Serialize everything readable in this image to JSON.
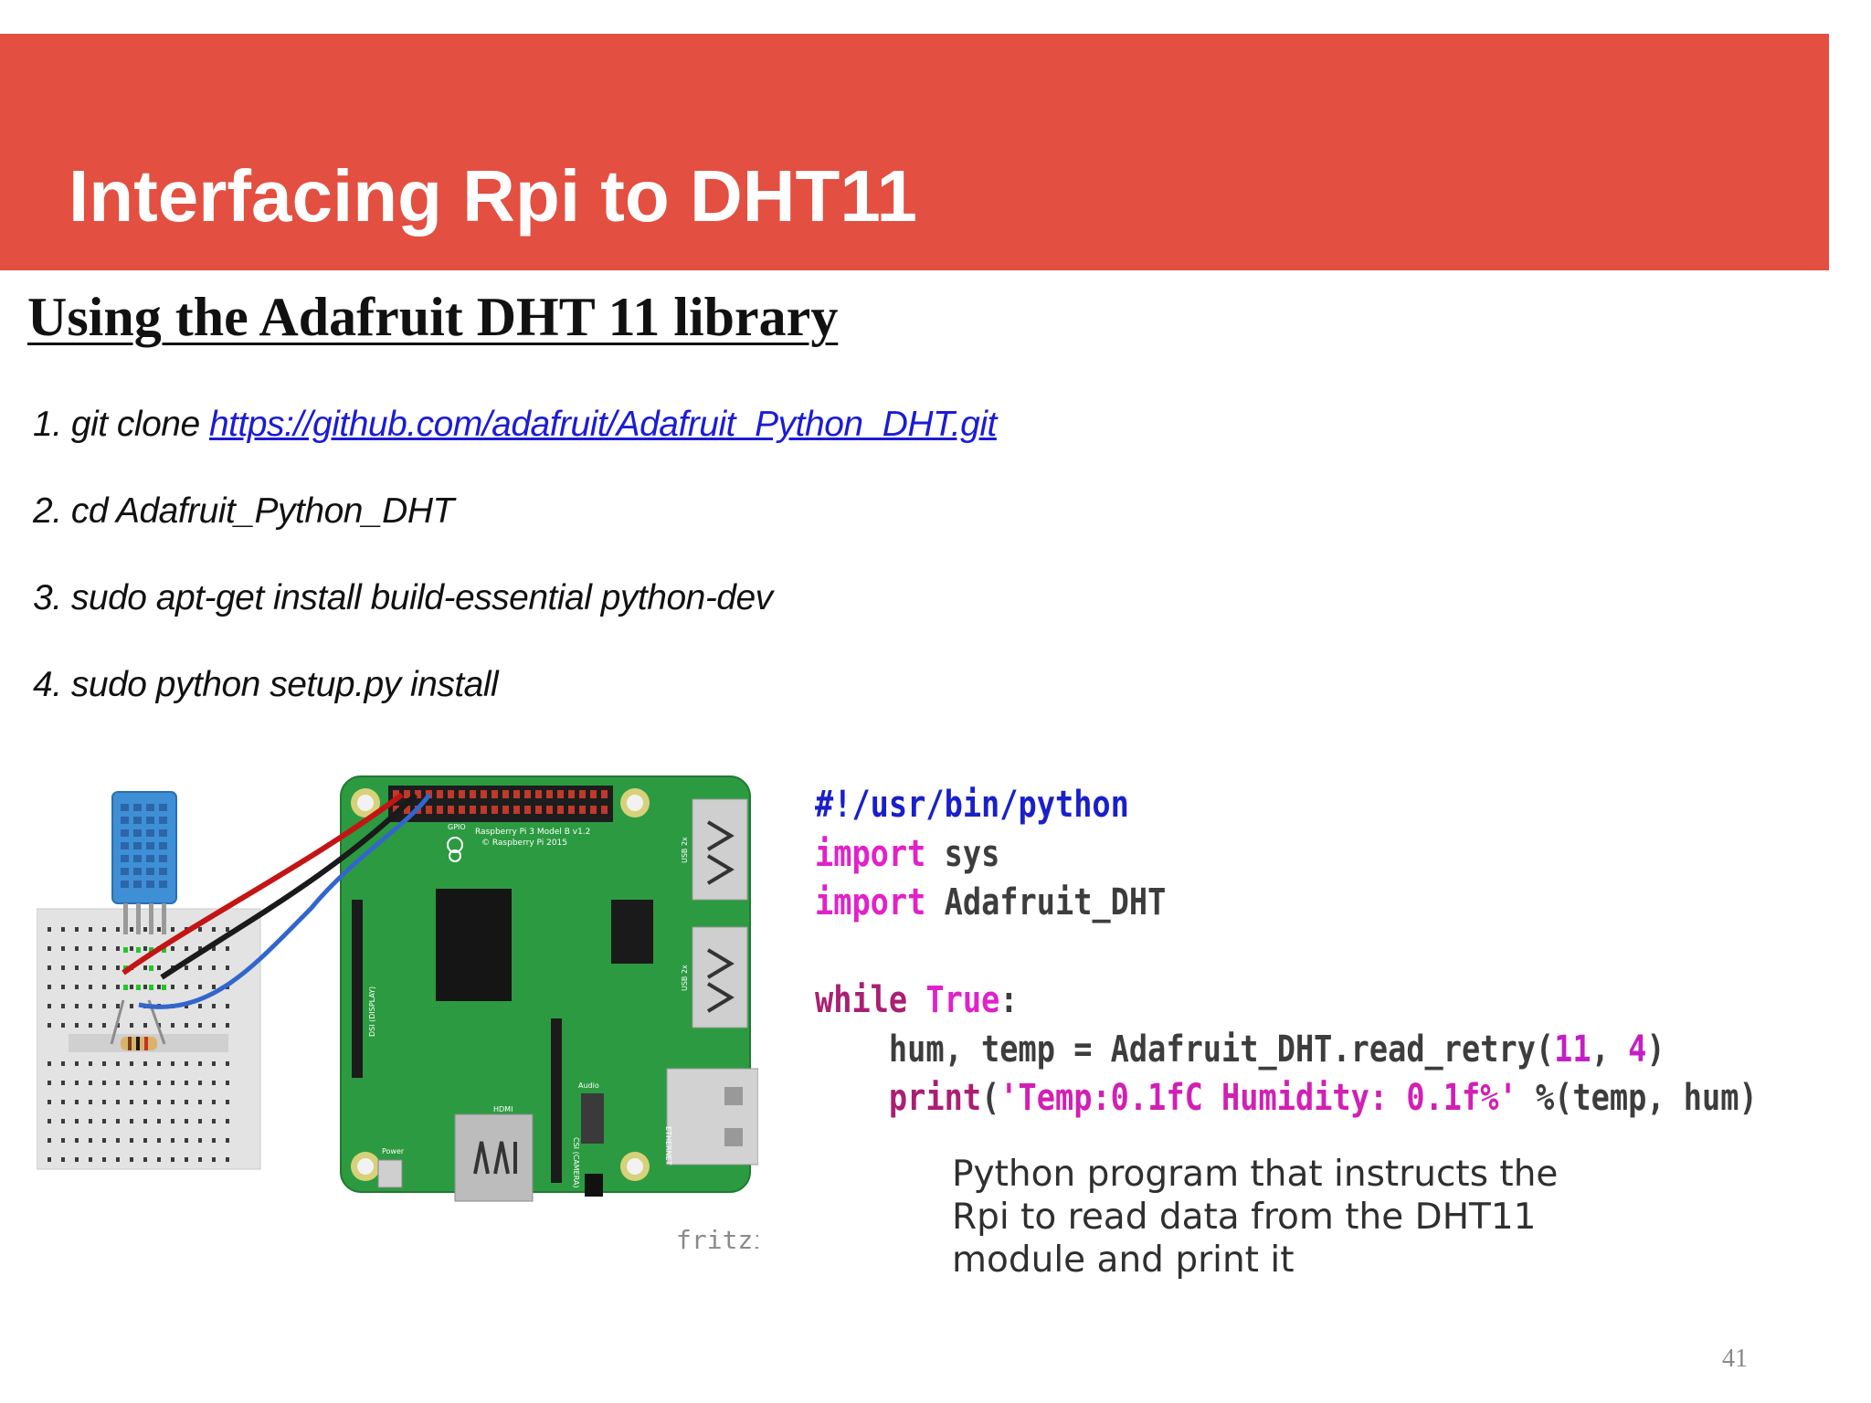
{
  "slide": {
    "title": "Interfacing Rpi to DHT11",
    "subtitle": "Using the Adafruit DHT 11 library",
    "page_number": "41"
  },
  "steps": [
    {
      "num": "1.",
      "text": "git clone ",
      "link": "https://github.com/adafruit/Adafruit_Python_DHT.git"
    },
    {
      "num": "2.",
      "text": "cd Adafruit_Python_DHT"
    },
    {
      "num": "3.",
      "text": "sudo apt-get install build-essential python-dev"
    },
    {
      "num": "4.",
      "text": "sudo python setup.py install"
    }
  ],
  "diagram": {
    "board_label": "Raspberry Pi 3 Model B v1.2",
    "board_copyright": "© Raspberry Pi 2015",
    "gpio_label": "GPIO",
    "display_label": "DSI (DISPLAY)",
    "camera_label": "CSI (CAMERA)",
    "hdmi_label": "HDMI",
    "audio_label": "Audio",
    "power_label": "Power",
    "ethernet_label": "ETHERNET",
    "usb_label": "USB 2x",
    "watermark": "fritzing"
  },
  "code": {
    "line1": "#!/usr/bin/python",
    "line2_kw": "import",
    "line2_rest": " sys",
    "line3_kw": "import",
    "line3_rest": " Adafruit_DHT",
    "line5_kw": "while",
    "line5_true": "True",
    "line5_colon": ":",
    "line6_pre": "    hum, temp = Adafruit_DHT.read_retry(",
    "line6_n1": "11",
    "line6_sep": ", ",
    "line6_n2": "4",
    "line6_post": ")",
    "line7_kw": "print",
    "line7_open": "(",
    "line7_str": "'Temp:0.1fC Humidity: 0.1f%'",
    "line7_post": " %(temp, hum)"
  },
  "caption": "Python program that instructs the Rpi to read data from the DHT11 module and print it"
}
